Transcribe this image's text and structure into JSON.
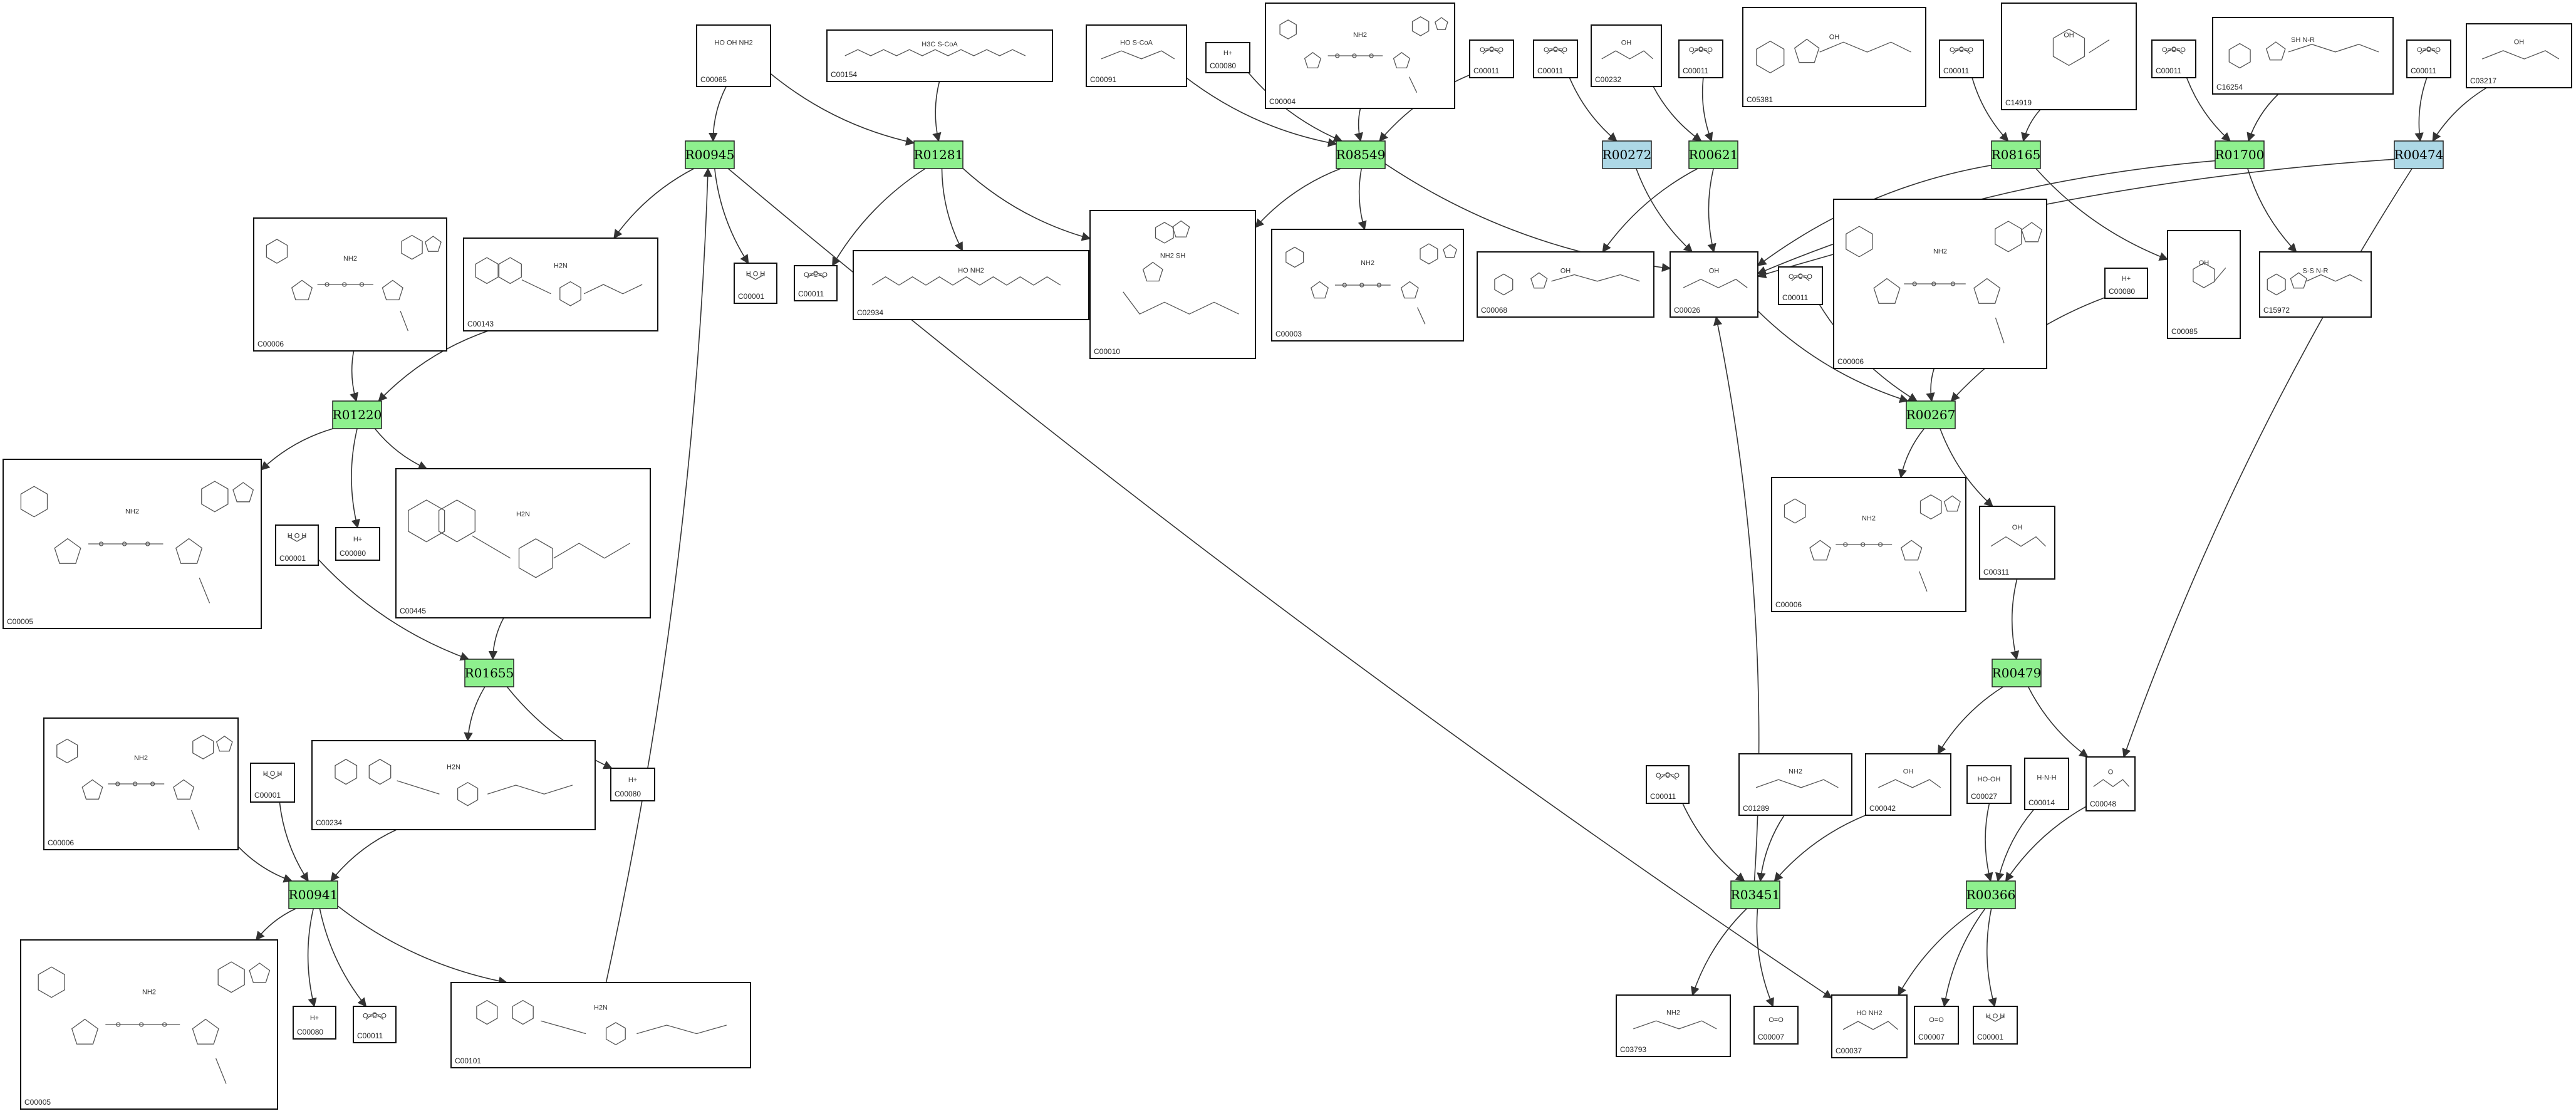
{
  "colors": {
    "reaction_green": "#8ef08e",
    "reaction_blue": "#add8e6",
    "edge": "#333333",
    "box_border": "#111111"
  },
  "reactions": [
    {
      "id": "R00945",
      "color": "green"
    },
    {
      "id": "R01281",
      "color": "green"
    },
    {
      "id": "R08549",
      "color": "green"
    },
    {
      "id": "R00272",
      "color": "blue"
    },
    {
      "id": "R00621",
      "color": "green"
    },
    {
      "id": "R08165",
      "color": "green"
    },
    {
      "id": "R01700",
      "color": "green"
    },
    {
      "id": "R00474",
      "color": "blue"
    },
    {
      "id": "R01220",
      "color": "green"
    },
    {
      "id": "R00267",
      "color": "green"
    },
    {
      "id": "R01655",
      "color": "green"
    },
    {
      "id": "R00479",
      "color": "green"
    },
    {
      "id": "R00941",
      "color": "green"
    },
    {
      "id": "R03451",
      "color": "green"
    },
    {
      "id": "R00366",
      "color": "green"
    }
  ],
  "compounds": [
    {
      "key": "c065_top",
      "label": "C00065",
      "structure": "serine",
      "text": "HO OH NH2"
    },
    {
      "key": "c154",
      "label": "C00154",
      "structure": "acyl",
      "text": "H3C S-CoA"
    },
    {
      "key": "c091",
      "label": "C00091",
      "structure": "small",
      "text": "HO S-CoA"
    },
    {
      "key": "c080_a",
      "label": "C00080",
      "structure": "ion",
      "text": "H+"
    },
    {
      "key": "c004",
      "label": "C00004",
      "structure": "nucleotide",
      "text": "NH2"
    },
    {
      "key": "c011_a",
      "label": "C00011",
      "structure": "co2",
      "text": "O=C=O"
    },
    {
      "key": "c011_b",
      "label": "C00011",
      "structure": "co2",
      "text": "O=C=O"
    },
    {
      "key": "c232",
      "label": "C00232",
      "structure": "small",
      "text": "OH"
    },
    {
      "key": "c011_c",
      "label": "C00011",
      "structure": "co2",
      "text": "O=C=O"
    },
    {
      "key": "c5381",
      "label": "C05381",
      "structure": "thiamine",
      "text": "OH"
    },
    {
      "key": "c011_d",
      "label": "C00011",
      "structure": "co2",
      "text": "O=C=O"
    },
    {
      "key": "c14919",
      "label": "C14919",
      "structure": "ring",
      "text": "OH"
    },
    {
      "key": "c011_e",
      "label": "C00011",
      "structure": "co2",
      "text": "O=C=O"
    },
    {
      "key": "c16254",
      "label": "C16254",
      "structure": "lipoyl",
      "text": "SH N-R"
    },
    {
      "key": "c011_f",
      "label": "C00011",
      "structure": "co2",
      "text": "O=C=O"
    },
    {
      "key": "c3217",
      "label": "C03217",
      "structure": "small",
      "text": "OH"
    },
    {
      "key": "c006_a",
      "label": "C00006",
      "structure": "nucleotide",
      "text": "NH2"
    },
    {
      "key": "c143",
      "label": "C00143",
      "structure": "folate",
      "text": "H2N"
    },
    {
      "key": "c001_a",
      "label": "C00001",
      "structure": "water",
      "text": "H O H"
    },
    {
      "key": "c011_g",
      "label": "C00011",
      "structure": "co2",
      "text": "O=C=O"
    },
    {
      "key": "c2934",
      "label": "C02934",
      "structure": "acyl",
      "text": "HO NH2"
    },
    {
      "key": "c010",
      "label": "C00010",
      "structure": "coa",
      "text": "NH2 SH"
    },
    {
      "key": "c003",
      "label": "C00003",
      "structure": "nucleotide",
      "text": "NH2"
    },
    {
      "key": "c068",
      "label": "C00068",
      "structure": "thiamine",
      "text": "OH"
    },
    {
      "key": "c026",
      "label": "C00026",
      "structure": "small",
      "text": "OH"
    },
    {
      "key": "c011_h",
      "label": "C00011",
      "structure": "co2",
      "text": "O=C=O"
    },
    {
      "key": "c006_b",
      "label": "C00006",
      "structure": "nucleotide",
      "text": "NH2"
    },
    {
      "key": "c080_b",
      "label": "C00080",
      "structure": "ion",
      "text": "H+"
    },
    {
      "key": "c085",
      "label": "C00085",
      "structure": "ring",
      "text": "OH"
    },
    {
      "key": "c15972",
      "label": "C15972",
      "structure": "lipoyl",
      "text": "S-S N-R"
    },
    {
      "key": "c005_a",
      "label": "C00005",
      "structure": "nucleotide",
      "text": "NH2"
    },
    {
      "key": "c001_b",
      "label": "C00001",
      "structure": "water",
      "text": "H O H"
    },
    {
      "key": "c080_c",
      "label": "C00080",
      "structure": "ion",
      "text": "H+"
    },
    {
      "key": "c445",
      "label": "C00445",
      "structure": "folate",
      "text": "H2N"
    },
    {
      "key": "c006_c",
      "label": "C00006",
      "structure": "nucleotide",
      "text": "NH2"
    },
    {
      "key": "c311",
      "label": "C00311",
      "structure": "small",
      "text": "OH"
    },
    {
      "key": "c006_d",
      "label": "C00006",
      "structure": "nucleotide",
      "text": "NH2"
    },
    {
      "key": "c001_c",
      "label": "C00001",
      "structure": "water",
      "text": "H O H"
    },
    {
      "key": "c234",
      "label": "C00234",
      "structure": "folate",
      "text": "H2N"
    },
    {
      "key": "c080_d",
      "label": "C00080",
      "structure": "ion",
      "text": "H+"
    },
    {
      "key": "c011_i",
      "label": "C00011",
      "structure": "co2",
      "text": "O=C=O"
    },
    {
      "key": "c1289",
      "label": "C01289",
      "structure": "small",
      "text": "NH2"
    },
    {
      "key": "c042",
      "label": "C00042",
      "structure": "small",
      "text": "OH"
    },
    {
      "key": "c027",
      "label": "C00027",
      "structure": "ion",
      "text": "HO-OH"
    },
    {
      "key": "c014",
      "label": "C00014",
      "structure": "ion",
      "text": "H-N-H"
    },
    {
      "key": "c048",
      "label": "C00048",
      "structure": "small",
      "text": "O"
    },
    {
      "key": "c005_b",
      "label": "C00005",
      "structure": "nucleotide",
      "text": "NH2"
    },
    {
      "key": "c080_e",
      "label": "C00080",
      "structure": "ion",
      "text": "H+"
    },
    {
      "key": "c011_j",
      "label": "C00011",
      "structure": "co2",
      "text": "O=C=O"
    },
    {
      "key": "c101",
      "label": "C00101",
      "structure": "folate",
      "text": "H2N"
    },
    {
      "key": "c3793",
      "label": "C03793",
      "structure": "small",
      "text": "NH2"
    },
    {
      "key": "c007_a",
      "label": "C00007",
      "structure": "ion",
      "text": "O=O"
    },
    {
      "key": "c037",
      "label": "C00037",
      "structure": "small",
      "text": "HO NH2"
    },
    {
      "key": "c007_b",
      "label": "C00007",
      "structure": "ion",
      "text": "O=O"
    },
    {
      "key": "c001_d",
      "label": "C00001",
      "structure": "water",
      "text": "H O H"
    }
  ],
  "edges": [
    [
      "c065_top",
      "R00945"
    ],
    [
      "R00945",
      "c143"
    ],
    [
      "R00945",
      "c001_a"
    ],
    [
      "c065_top",
      "R01281"
    ],
    [
      "c154",
      "R01281"
    ],
    [
      "R01281",
      "c011_g"
    ],
    [
      "R01281",
      "c2934"
    ],
    [
      "R01281",
      "c010"
    ],
    [
      "c091",
      "R08549"
    ],
    [
      "c080_a",
      "R08549"
    ],
    [
      "c004",
      "R08549"
    ],
    [
      "c011_a",
      "R08549"
    ],
    [
      "R08549",
      "c010"
    ],
    [
      "R08549",
      "c003"
    ],
    [
      "R08549",
      "c026"
    ],
    [
      "c011_b",
      "R00272"
    ],
    [
      "R00272",
      "c026"
    ],
    [
      "c232",
      "R00621"
    ],
    [
      "c011_c",
      "R00621"
    ],
    [
      "R00621",
      "c068"
    ],
    [
      "R00621",
      "c026"
    ],
    [
      "c011_d",
      "R08165"
    ],
    [
      "c14919",
      "R08165"
    ],
    [
      "R08165",
      "c026"
    ],
    [
      "R08165",
      "c085"
    ],
    [
      "c011_e",
      "R01700"
    ],
    [
      "c16254",
      "R01700"
    ],
    [
      "R01700",
      "c026"
    ],
    [
      "R01700",
      "c15972"
    ],
    [
      "c011_f",
      "R00474"
    ],
    [
      "c3217",
      "R00474"
    ],
    [
      "R00474",
      "c026"
    ],
    [
      "R00474",
      "c048"
    ],
    [
      "c006_a",
      "R01220"
    ],
    [
      "c143",
      "R01220"
    ],
    [
      "R01220",
      "c005_a"
    ],
    [
      "R01220",
      "c080_c"
    ],
    [
      "R01220",
      "c445"
    ],
    [
      "c001_b",
      "R01655"
    ],
    [
      "c445",
      "R01655"
    ],
    [
      "R01655",
      "c234"
    ],
    [
      "R01655",
      "c080_d"
    ],
    [
      "c006_d",
      "R00941"
    ],
    [
      "c001_c",
      "R00941"
    ],
    [
      "c234",
      "R00941"
    ],
    [
      "R00941",
      "c005_b"
    ],
    [
      "R00941",
      "c080_e"
    ],
    [
      "R00941",
      "c011_j"
    ],
    [
      "R00941",
      "c101"
    ],
    [
      "c101",
      "R00945"
    ],
    [
      "R00945",
      "c037"
    ],
    [
      "c026",
      "R00267"
    ],
    [
      "c011_h",
      "R00267"
    ],
    [
      "c006_b",
      "R00267"
    ],
    [
      "c080_b",
      "R00267"
    ],
    [
      "R00267",
      "c006_c"
    ],
    [
      "R00267",
      "c311"
    ],
    [
      "c311",
      "R00479"
    ],
    [
      "R00479",
      "c042"
    ],
    [
      "R00479",
      "c048"
    ],
    [
      "c011_i",
      "R03451"
    ],
    [
      "c1289",
      "R03451"
    ],
    [
      "c042",
      "R03451"
    ],
    [
      "R03451",
      "c3793"
    ],
    [
      "R03451",
      "c007_a"
    ],
    [
      "R03451",
      "c026"
    ],
    [
      "c027",
      "R00366"
    ],
    [
      "c014",
      "R00366"
    ],
    [
      "c048",
      "R00366"
    ],
    [
      "R00366",
      "c037"
    ],
    [
      "R00366",
      "c007_b"
    ],
    [
      "R00366",
      "c001_d"
    ]
  ]
}
